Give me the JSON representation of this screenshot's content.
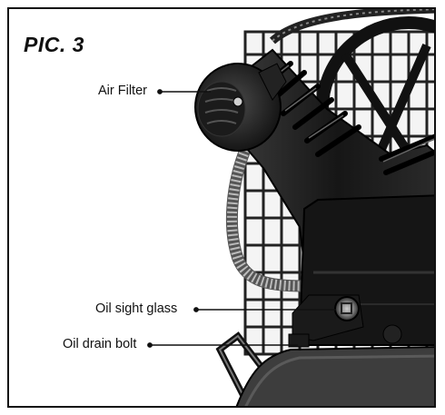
{
  "figure": {
    "title": "PIC. 3",
    "callouts": [
      {
        "id": "air-filter",
        "label": "Air Filter"
      },
      {
        "id": "oil-sight-glass",
        "label": "Oil sight glass"
      },
      {
        "id": "oil-drain-bolt",
        "label": "Oil drain bolt"
      }
    ],
    "colors": {
      "line": "#111111",
      "metal": "#1c1c1c",
      "background": "#ffffff"
    }
  }
}
